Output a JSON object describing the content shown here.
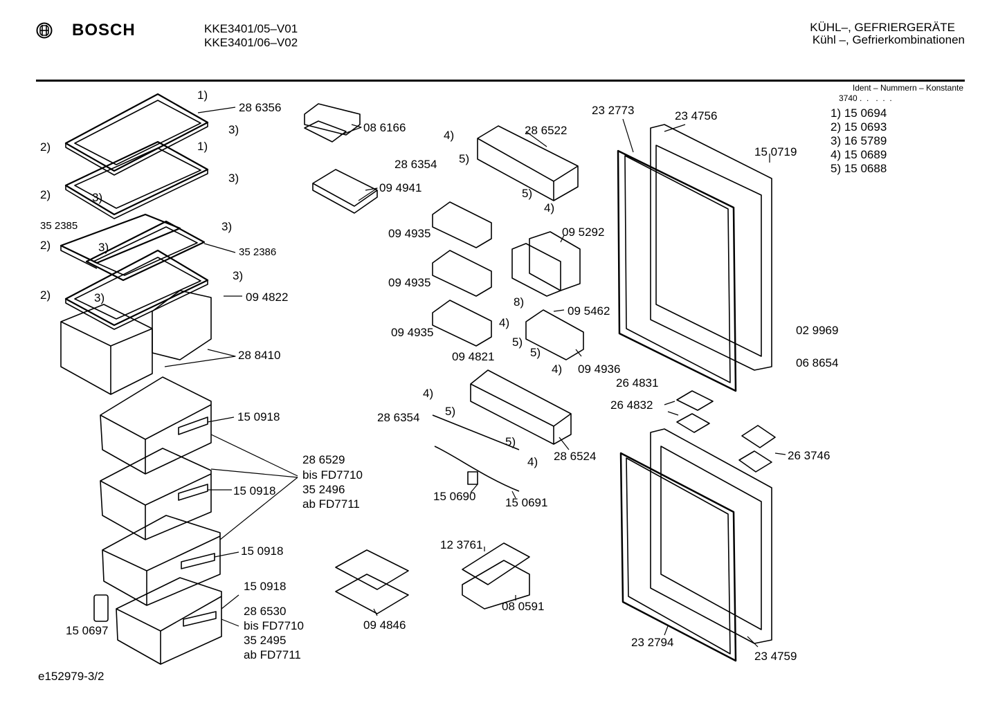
{
  "header": {
    "brand": "BOSCH",
    "model_line1": "KKE3401/05–V01",
    "model_line2": "KKE3401/06–V02",
    "category_line1": "KÜHL–, GEFRIERGERÄTE",
    "category_line2": "Kühl –, Gefrierkombinationen"
  },
  "ident": {
    "title": "Ident – Nummern – Konstante",
    "konstante": "3740",
    "legend": [
      "1)  15 0694",
      "2)  15 0693",
      "3)  16 5789",
      "4)  15 0689",
      "5)  15 0688"
    ]
  },
  "labels": {
    "l286356": "28 6356",
    "l086166": "08 6166",
    "l094941": "09 4941",
    "l352385": "35 2385",
    "l352386": "35 2386",
    "l094822": "09 4822",
    "l288410": "28 8410",
    "l150918a": "15 0918",
    "l150918b": "15 0918",
    "l150918c": "15 0918",
    "l150918d": "15 0918",
    "l286529": "28 6529",
    "bis1": "bis FD7710",
    "l352496": "35 2496",
    "ab1": "ab FD7711",
    "l286530": "28 6530",
    "bis2": "bis FD7710",
    "l352495": "35 2495",
    "ab2": "ab FD7711",
    "l150697": "15 0697",
    "l286522": "28 6522",
    "l286354a": "28 6354",
    "l094935a": "09 4935",
    "l094935b": "09 4935",
    "l094935c": "09 4935",
    "l095292": "09 5292",
    "l095462": "09 5462",
    "l094821": "09 4821",
    "l094936": "09 4936",
    "l286354b": "28 6354",
    "l286524": "28 6524",
    "l150690": "15 0690",
    "l150691": "15 0691",
    "l123761": "12 3761",
    "l080591": "08 0591",
    "l094846": "09 4846",
    "l232773": "23 2773",
    "l234756": "23 4756",
    "l150719": "15 0719",
    "l029969": "02 9969",
    "l068654": "06 8654",
    "l264831": "26 4831",
    "l264832": "26 4832",
    "l263746": "26 3746",
    "l232794": "23 2794",
    "l234759": "23 4759"
  },
  "callouts": {
    "c1": "1)",
    "c1b": "1)",
    "c2a": "2)",
    "c2b": "2)",
    "c2c": "2)",
    "c2d": "2)",
    "c3a": "3)",
    "c3b": "3)",
    "c3c": "3)",
    "c3d": "3)",
    "c3e": "3)",
    "c3f": "3)",
    "c3g": "3)",
    "c4a": "4)",
    "c4b": "4)",
    "c4c": "4)",
    "c4d": "4)",
    "c4e": "4)",
    "c4f": "4)",
    "c5a": "5)",
    "c5b": "5)",
    "c5c": "5)",
    "c5d": "5)",
    "c5e": "5)",
    "c5f": "5)",
    "c8": "8)"
  },
  "footer": {
    "drawing_id": "e152979-3/2"
  }
}
